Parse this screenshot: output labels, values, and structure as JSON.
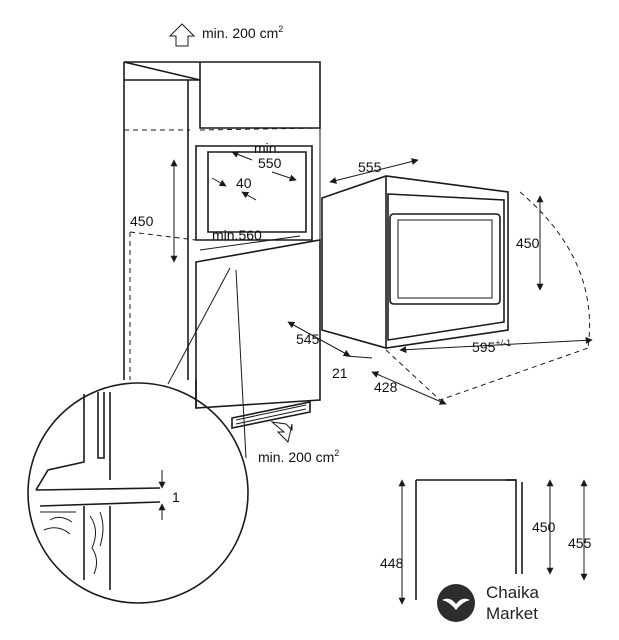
{
  "labels": {
    "vent_top": "min. 200 cm",
    "vent_top_sup": "2",
    "niche_depth_min": "min.",
    "niche_depth_val": "550",
    "gap_40": "40",
    "niche_width": "min.560",
    "niche_height": "450",
    "oven_depth": "555",
    "oven_height": "450",
    "oven_side": "545",
    "oven_width": "595",
    "oven_width_tol": "+/-1",
    "front_21": "21",
    "front_428": "428",
    "vent_bottom": "min. 200 cm",
    "vent_bottom_sup": "2",
    "detail_1": "1",
    "side_448": "448",
    "side_450": "450",
    "side_455": "455"
  },
  "brand": {
    "line1": "Chaika",
    "line2": "Market"
  }
}
